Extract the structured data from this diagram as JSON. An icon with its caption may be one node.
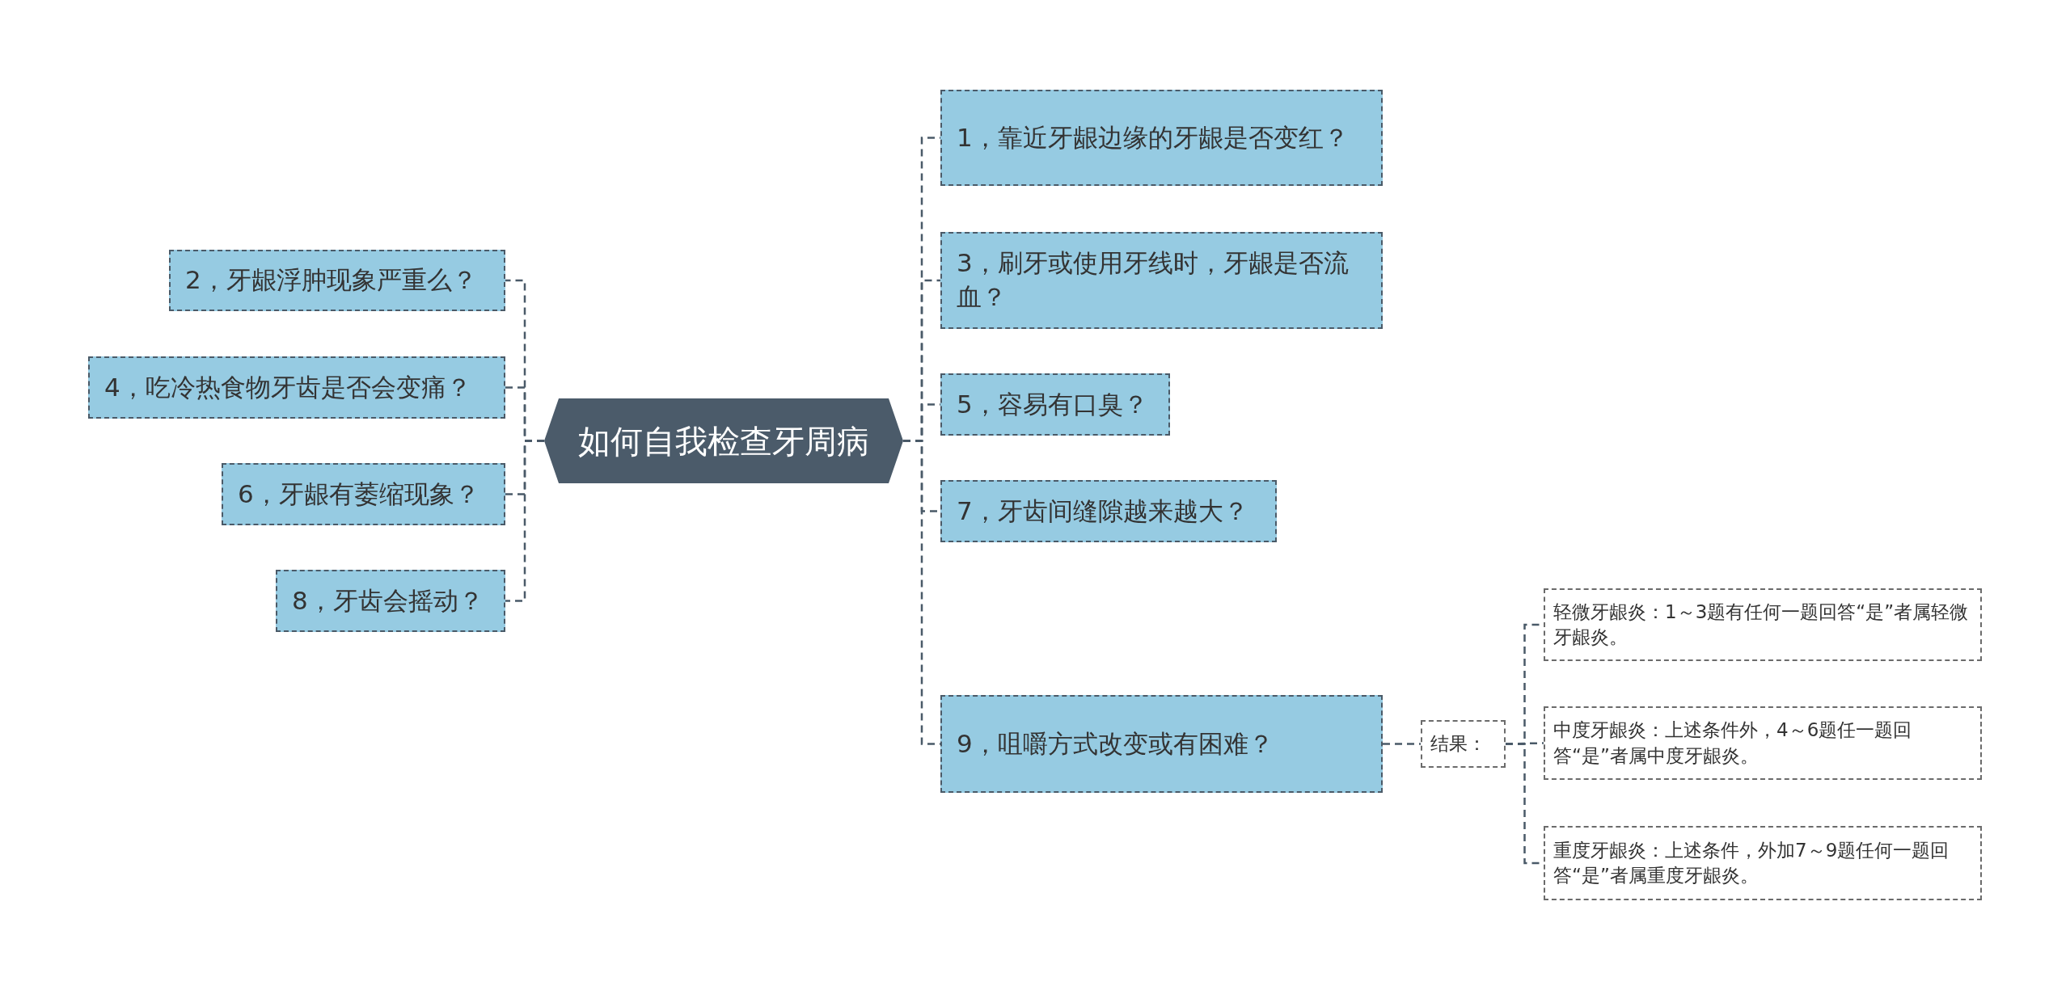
{
  "diagram": {
    "nodes": [
      {
        "text": [
          "如何自我检查牙周病"
        ]
      },
      {
        "text": [
          "2，牙龈浮肿现象严重么？"
        ]
      },
      {
        "text": [
          "4，吃冷热食物牙齿是否会变痛？"
        ]
      },
      {
        "text": [
          "6，牙龈有萎缩现象？"
        ]
      },
      {
        "text": [
          "8，牙齿会摇动？"
        ]
      },
      {
        "text": [
          "1，靠近牙龈边缘的牙龈是否变红？"
        ]
      },
      {
        "text": [
          "3，刷牙或使用牙线时，牙龈是否流血？"
        ]
      },
      {
        "text": [
          "5，容易有口臭？"
        ]
      },
      {
        "text": [
          "7，牙齿间缝隙越来越大？"
        ]
      },
      {
        "text": [
          "9，咀嚼方式改变或有困难？"
        ]
      },
      {
        "text": [
          "结果："
        ]
      },
      {
        "text": [
          "轻微牙龈炎：1～3题有任何一题回答“是”者属轻微牙龈炎。"
        ]
      },
      {
        "text": [
          "中度牙龈炎：上述条件外，4～6题任一题回答“是”者属中度牙龈炎。"
        ]
      },
      {
        "text": [
          "重度牙龈炎：上述条件，外加7～9题任何一题回答“是”者属重度牙龈炎。"
        ]
      }
    ],
    "edges": [
      {
        "from": 0,
        "to": 1,
        "arrow": "none"
      },
      {
        "from": 0,
        "to": 2,
        "arrow": "none"
      },
      {
        "from": 0,
        "to": 3,
        "arrow": "none"
      },
      {
        "from": 0,
        "to": 4,
        "arrow": "none"
      },
      {
        "from": 0,
        "to": 5,
        "arrow": "none"
      },
      {
        "from": 0,
        "to": 6,
        "arrow": "none"
      },
      {
        "from": 0,
        "to": 7,
        "arrow": "none"
      },
      {
        "from": 0,
        "to": 8,
        "arrow": "none"
      },
      {
        "from": 0,
        "to": 9,
        "arrow": "none"
      },
      {
        "from": 9,
        "to": 10,
        "arrow": "none"
      },
      {
        "from": 10,
        "to": 11,
        "arrow": "none"
      },
      {
        "from": 10,
        "to": 12,
        "arrow": "none"
      },
      {
        "from": 10,
        "to": 13,
        "arrow": "none"
      }
    ]
  }
}
